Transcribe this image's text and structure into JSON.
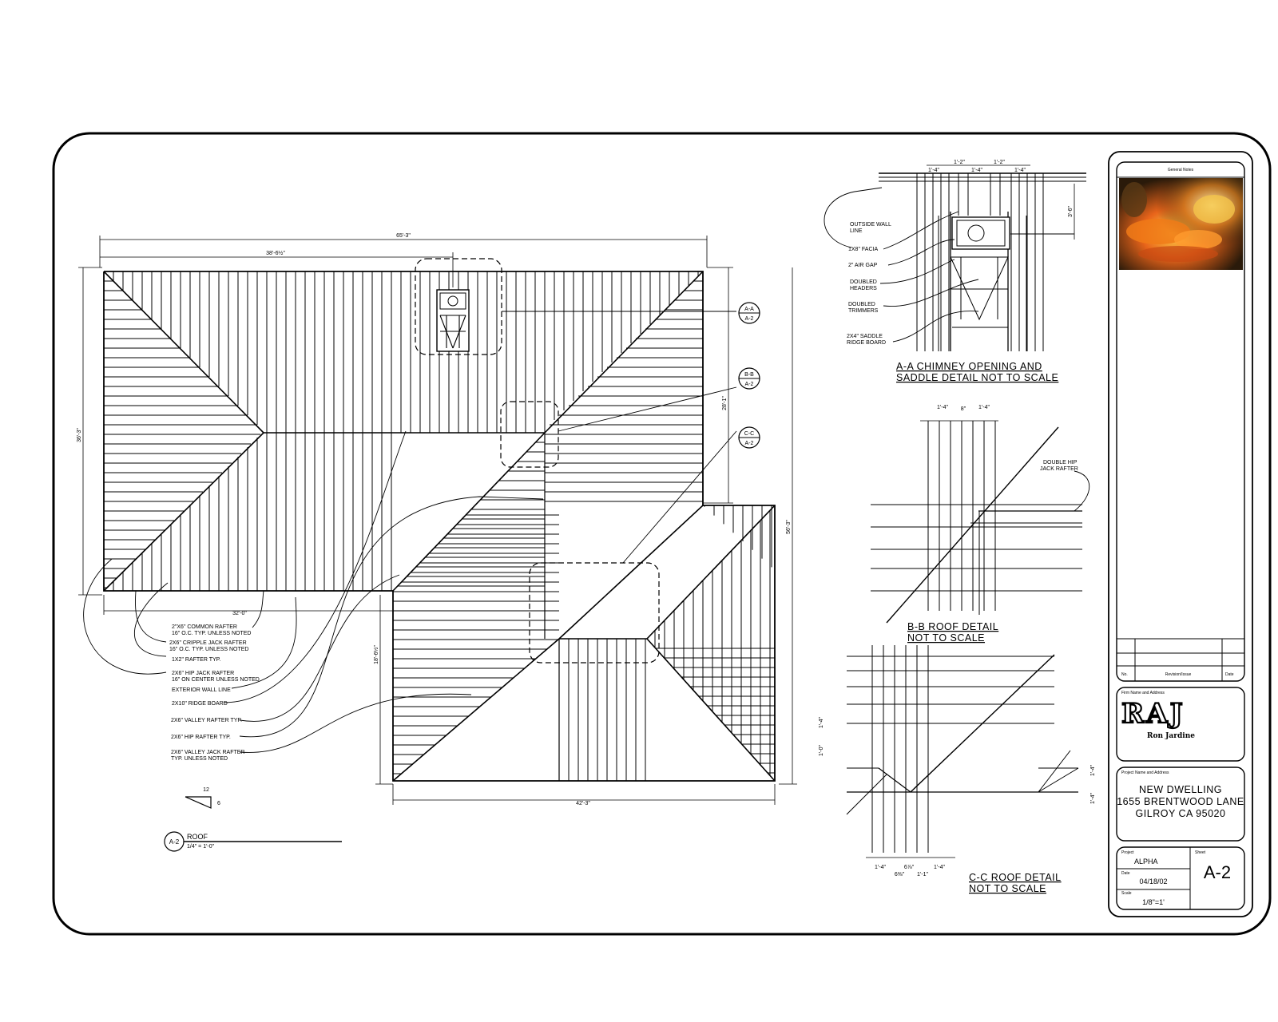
{
  "plan": {
    "dims": {
      "overall_top": "65'-3\"",
      "top_left": "38'-6½\"",
      "left_side": "36'-3\"",
      "right_upper": "28'-1\"",
      "right_overall": "56'-3\"",
      "bottom_left": "32'-0\"",
      "lower_left": "18'-6½\"",
      "bottom": "42'-3\""
    },
    "section_tags": [
      {
        "top": "A-A",
        "bottom": "A-2"
      },
      {
        "top": "B-B",
        "bottom": "A-2"
      },
      {
        "top": "C-C",
        "bottom": "A-2"
      }
    ],
    "notes": [
      "2\"X6\" COMMON RAFTER",
      "16\" O.C. TYP. UNLESS NOTED",
      "2X6\" CRIPPLE JACK RAFTER",
      "16\" O.C. TYP. UNLESS NOTED",
      "1X2\" RAFTER TYP.",
      "2X6\" HIP JACK RAFTER",
      "16\" ON CENTER UNLESS NOTED",
      "EXTERIOR WALL LINE",
      "2X10\" RIDGE BOARD",
      "2X6\" VALLEY RAFTER TYP.",
      "2X6\" HIP RAFTER TYP.",
      "2X6\" VALLEY JACK RAFTER",
      "TYP. UNLESS NOTED"
    ],
    "slope": {
      "run": "12",
      "rise": "6"
    },
    "label": {
      "tag": "A-2",
      "title": "ROOF",
      "scale": "1/4\" = 1'-0\""
    }
  },
  "detail_a": {
    "dims": [
      "1'-2\"",
      "1'-2\"",
      "1'-4\"",
      "1'-4\"",
      "1'-4\"",
      "3'-6\""
    ],
    "notes": [
      "OUTSIDE WALL",
      "LINE",
      "1X8\" FACIA",
      "2\" AIR GAP",
      "DOUBLED",
      "HEADERS",
      "DOUBLED",
      "TRIMMERS",
      "2X4\" SADDLE",
      "RIDGE BOARD"
    ],
    "title_1": "A-A CHIMNEY OPENING AND",
    "title_2": "SADDLE DETAIL NOT TO SCALE"
  },
  "detail_b": {
    "dims": [
      "1'-4\"",
      "8\"",
      "1'-4\""
    ],
    "notes": [
      "DOUBLE HIP",
      "JACK RAFTER"
    ],
    "title_1": "B-B ROOF DETAIL",
    "title_2": "NOT TO SCALE"
  },
  "detail_c": {
    "dims_left": [
      "1'-0\"",
      "1'-4\""
    ],
    "dims_right": [
      "1'-4\"",
      "1'-4\""
    ],
    "dims_bottom": [
      "1'-4\"",
      "6⅞\"",
      "1'-4\"",
      "6⅜\"",
      "1'-1\""
    ],
    "title_1": "C-C ROOF DETAIL",
    "title_2": "NOT TO SCALE"
  },
  "title_block": {
    "general_notes": "General Notes",
    "rev_no": "No.",
    "rev_label": "Revision/Issue",
    "rev_date": "Date",
    "firm_label": "Firm Name and Address",
    "firm_logo": "RAJ",
    "firm_name": "Ron Jardine",
    "project_label": "Project Name and Address",
    "project_line_1": "NEW DWELLING",
    "project_line_2": "1655 BRENTWOOD LANE",
    "project_line_3": "GILROY CA 95020",
    "project_small": "Project",
    "project_value": "ALPHA",
    "sheet_small": "Sheet",
    "sheet_value": "A-2",
    "date_small": "Date",
    "date_value": "04/18/02",
    "scale_small": "Scale",
    "scale_value": "1/8\"=1'"
  },
  "colors": {
    "line": "#000000",
    "paper": "#ffffff",
    "photo_warm": "#e8641a",
    "photo_dark": "#2a1a0a"
  }
}
